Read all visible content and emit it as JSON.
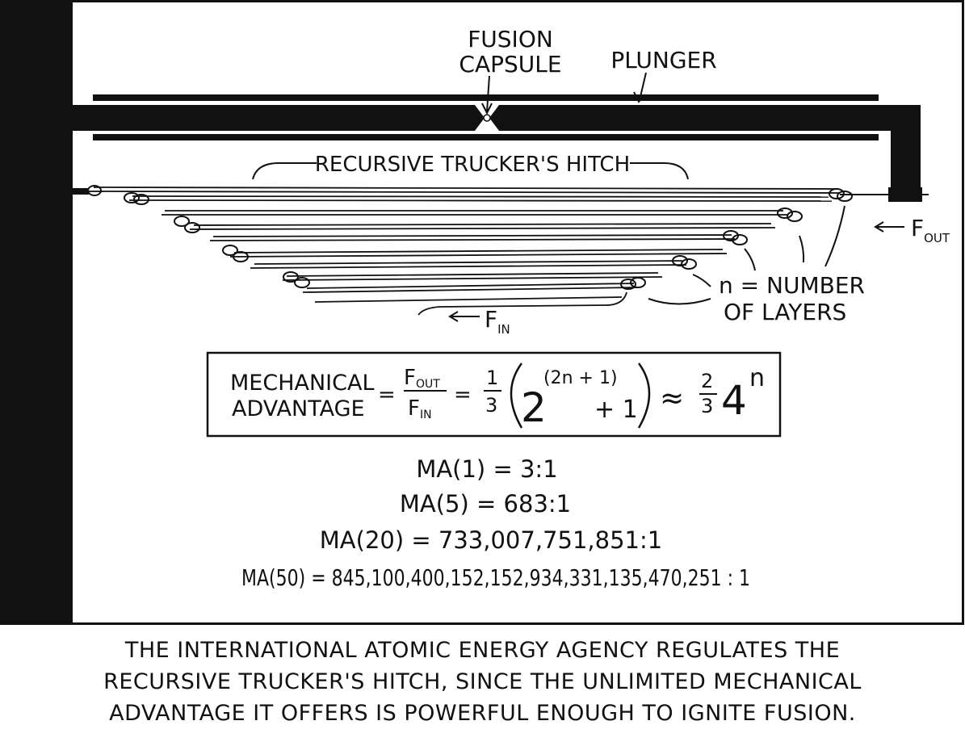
{
  "labels": {
    "fusion_capsule_line1": "FUSION",
    "fusion_capsule_line2": "CAPSULE",
    "plunger": "PLUNGER",
    "hitch": "RECURSIVE TRUCKER'S HITCH",
    "f_out_base": "F",
    "f_out_sub": "OUT",
    "f_in_base": "F",
    "f_in_sub": "IN",
    "layers_line1": "n = NUMBER",
    "layers_line2": "OF LAYERS"
  },
  "formula": {
    "lhs_line1": "MECHANICAL",
    "lhs_line2": "ADVANTAGE",
    "equals": "=",
    "frac_num_base": "F",
    "frac_num_sub": "OUT",
    "frac_den_base": "F",
    "frac_den_sub": "IN",
    "one": "1",
    "three": "3",
    "two": "2",
    "exponent": "(2n + 1)",
    "plus_one": "+ 1",
    "approx": "≈",
    "two_thirds_num": "2",
    "two_thirds_den": "3",
    "four": "4",
    "n": "n"
  },
  "results": [
    "MA(1) = 3:1",
    "MA(5) = 683:1",
    "MA(20) = 733,007,751,851:1",
    "MA(50) = 845,100,400,152,152,934,331,135,470,251 : 1"
  ],
  "caption": [
    "THE INTERNATIONAL ATOMIC ENERGY AGENCY REGULATES THE",
    "RECURSIVE TRUCKER'S HITCH, SINCE THE UNLIMITED MECHANICAL",
    "ADVANTAGE IT OFFERS IS POWERFUL ENOUGH TO IGNITE FUSION."
  ]
}
